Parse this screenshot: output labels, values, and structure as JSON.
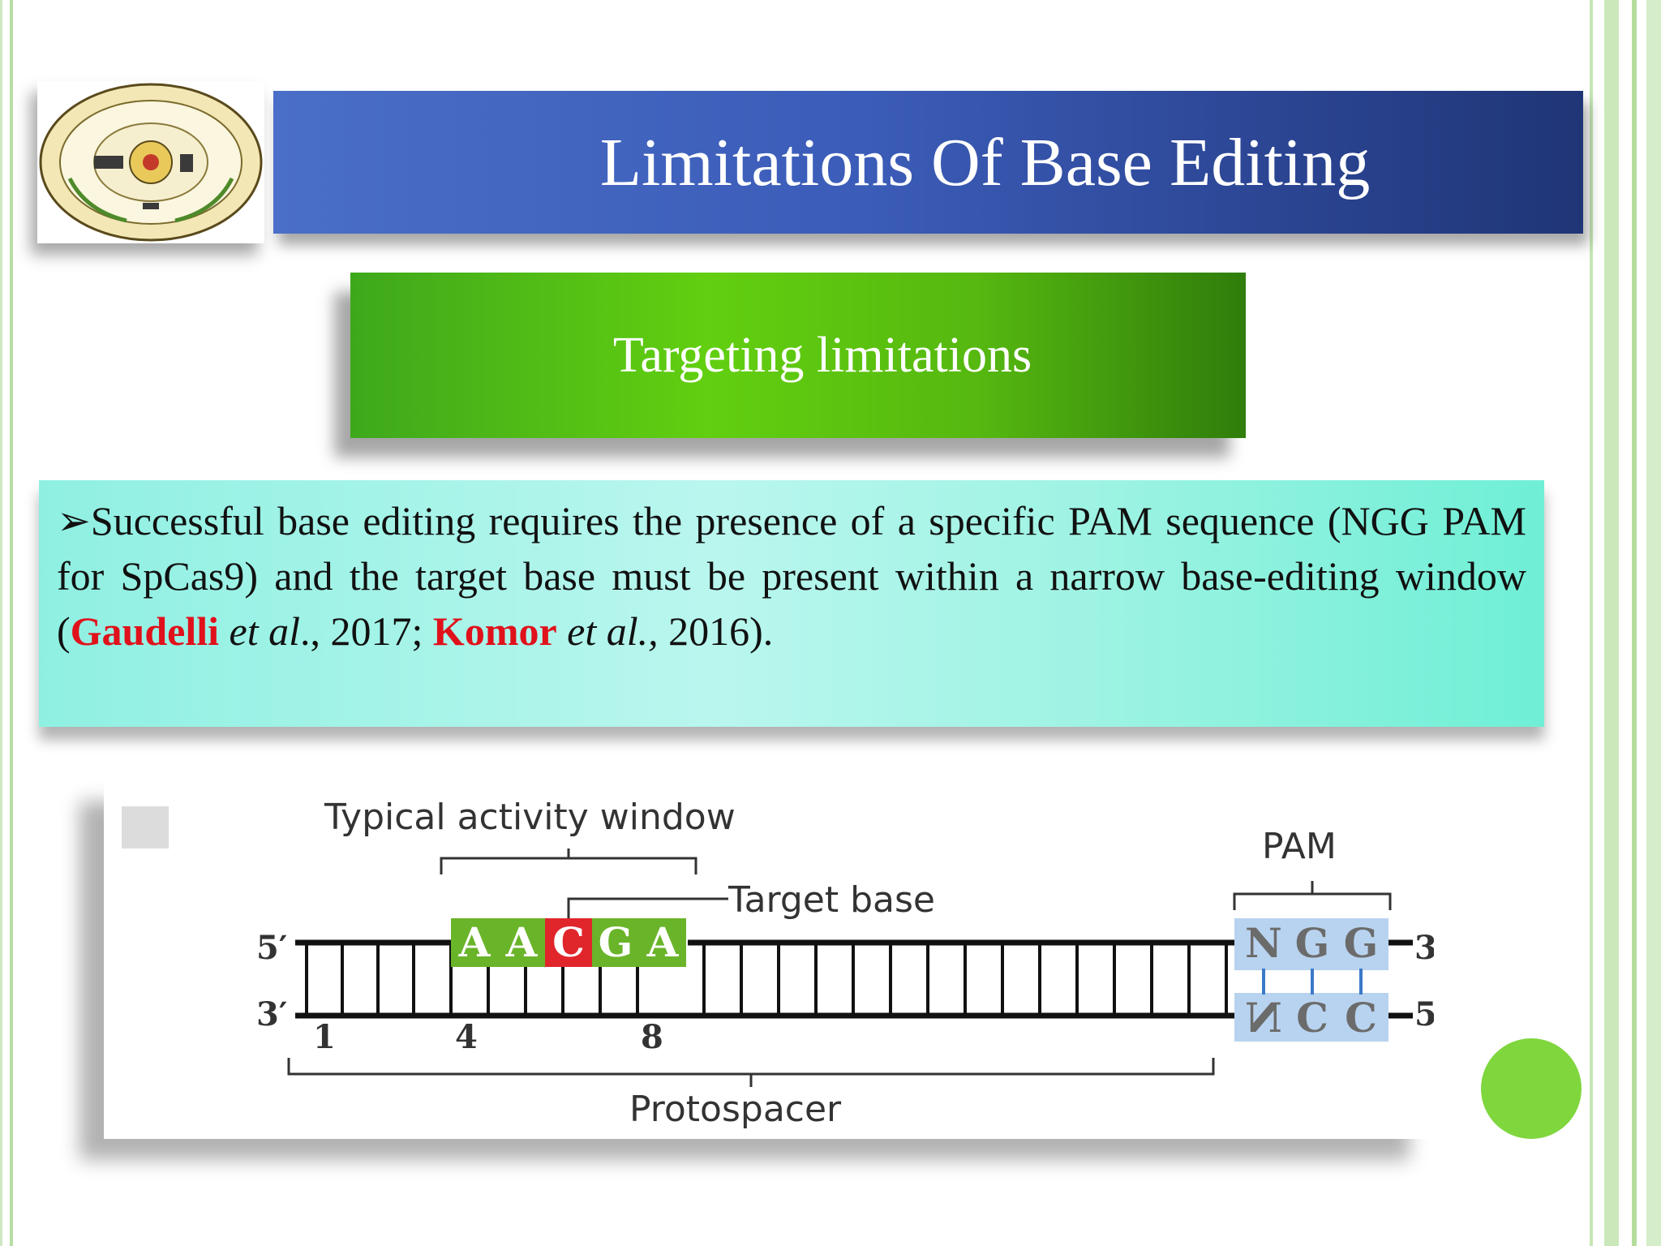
{
  "slide": {
    "title": "Limitations Of Base Editing",
    "subtitle": "Targeting limitations"
  },
  "body": {
    "bullet": "➢",
    "text_1": "Successful base editing requires the presence of a specific PAM sequence (NGG PAM for SpCas9) and the target base must be present within a narrow base-editing window (",
    "cite_1_author": "Gaudelli",
    "cite_1_etal": "et al",
    "cite_1_year": "., 2017; ",
    "cite_2_author": "Komor",
    "cite_2_etal": "et al.,",
    "cite_2_year": " 2016)."
  },
  "diagram": {
    "window_label": "Typical activity window",
    "target_label": "Target base",
    "pam_label": "PAM",
    "protospacer_label": "Protospacer",
    "strand_5_left": "5′",
    "strand_3_left": "3′",
    "strand_3_right": "3′",
    "strand_5_right": "5′",
    "edit_bases": [
      "A",
      "A",
      "C",
      "G",
      "A"
    ],
    "pam_top": [
      "N",
      "G",
      "G"
    ],
    "pam_bottom": [
      "N",
      "C",
      "C"
    ],
    "positions": [
      "1",
      "4",
      "8"
    ],
    "window_color": "#6ab42a",
    "target_color": "#e0262b",
    "pam_color": "#b8d3ef"
  },
  "colors": {
    "title_banner": "#3b5cb8",
    "subtitle_box": "#62cf10",
    "text_box": "#b9f6ee",
    "citation": "#e0111b",
    "dot": "#7fd63d"
  }
}
